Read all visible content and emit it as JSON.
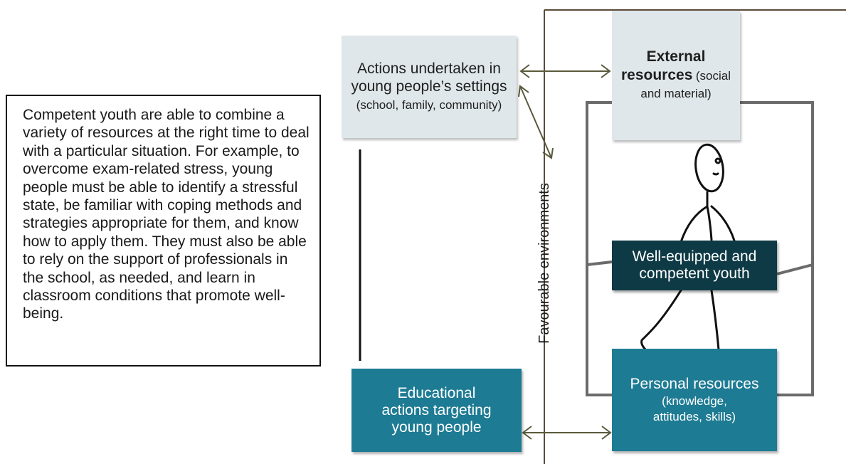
{
  "description_text": "Competent youth are able to combine a variety of resources at the right time to deal with a particular situation. For example, to overcome exam-related stress, young people must be able to identify a stressful state, be familiar with coping methods and strategies appropriate for them, and know how to apply them. They must also be able to rely on the support of professionals in the school, as needed, and learn in classroom conditions that promote well-being.",
  "actions_settings": {
    "main": "Actions undertaken in young people’s settings",
    "detail": "(school, family, community)"
  },
  "external_resources": {
    "bold": "External resources",
    "detail": "(social and material)"
  },
  "educational_actions": {
    "label": "Educational actions targeting young people"
  },
  "personal_resources": {
    "main": "Personal resources",
    "detail": "(knowledge, attitudes, skills)"
  },
  "youth": {
    "label": "Well-equipped and competent youth"
  },
  "environment_label": "Favourable environments",
  "colors": {
    "light_box": "#dfe7ea",
    "teal_box": "#1e7b94",
    "dark_box": "#0e3a45",
    "frame_line": "#6b6b6b",
    "arrow": "#5a5a3c"
  }
}
